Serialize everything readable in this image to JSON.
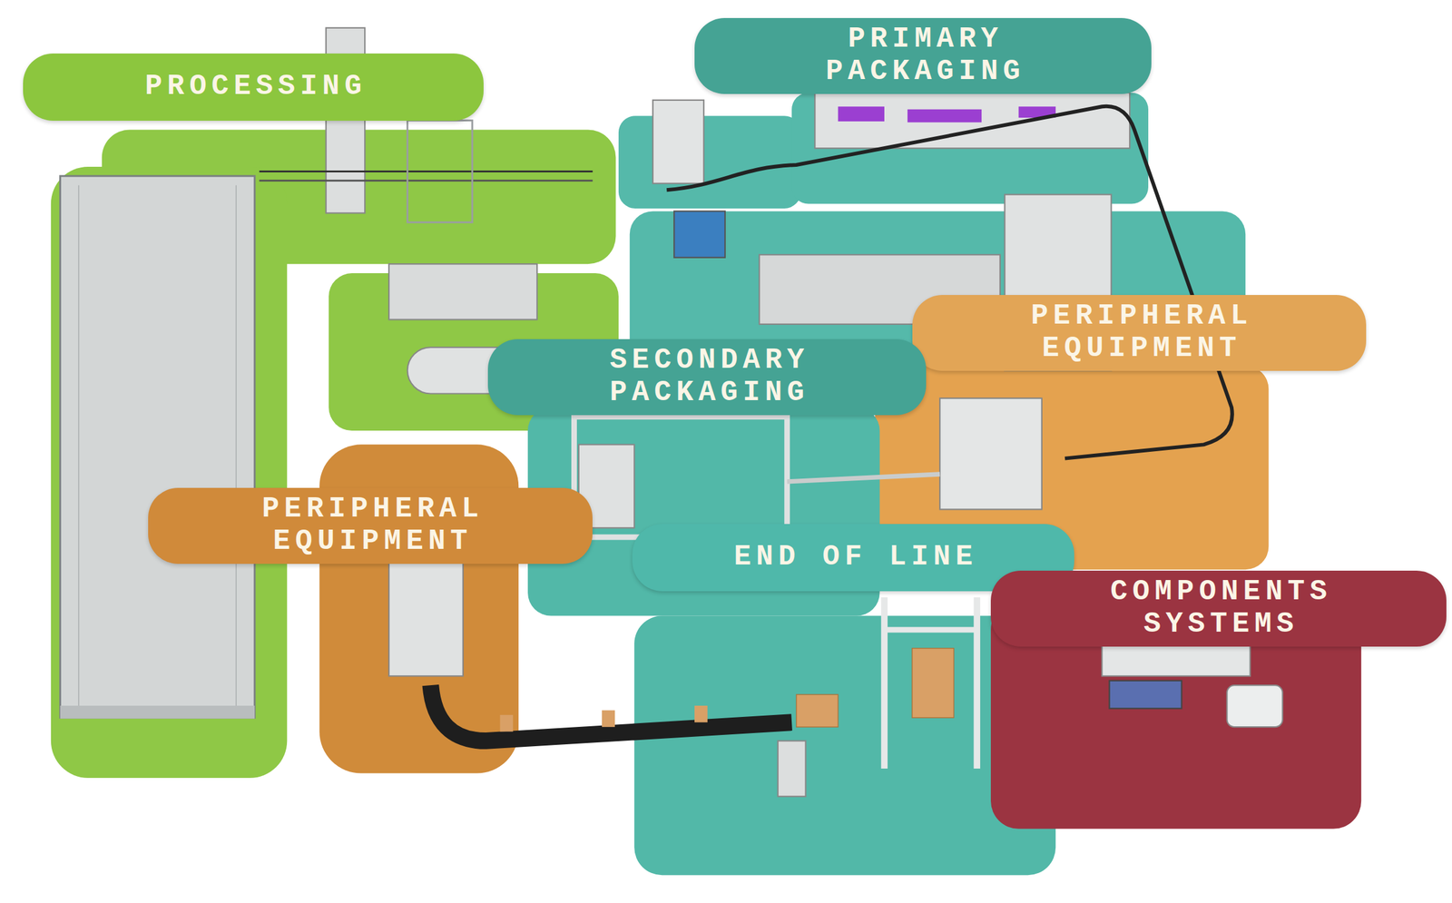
{
  "diagram": {
    "nodes": [
      {
        "text": [
          "PROCESSING"
        ]
      },
      {
        "text": [
          "PRIMARY PACKAGING"
        ]
      },
      {
        "text": [
          "PERIPHERAL EQUIPMENT"
        ]
      },
      {
        "text": [
          "SECONDARY PACKAGING"
        ]
      },
      {
        "text": [
          "PERIPHERAL EQUIPMENT"
        ]
      },
      {
        "text": [
          "END OF LINE"
        ]
      },
      {
        "text": [
          "COMPONENTS SYSTEMS"
        ]
      }
    ]
  }
}
